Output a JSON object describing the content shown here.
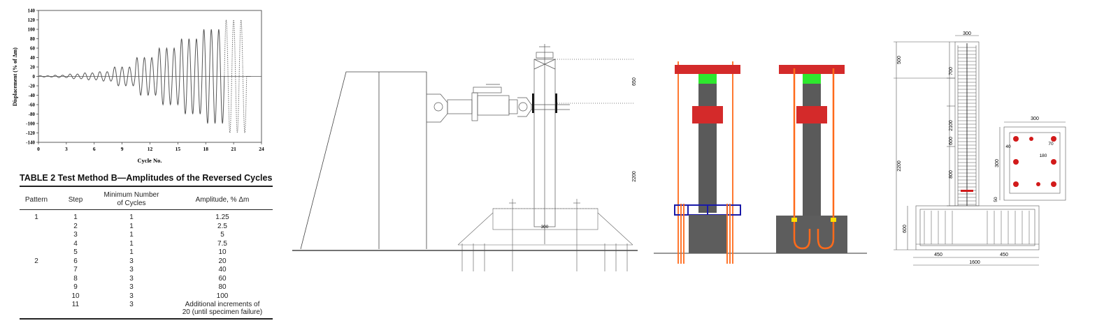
{
  "chart_data": {
    "type": "line",
    "xlabel": "Cycle No.",
    "ylabel": "Displacement (% of Δm)",
    "xlim": [
      0,
      24
    ],
    "ylim": [
      -140,
      140
    ],
    "xticks": [
      "0",
      "3",
      "6",
      "9",
      "12",
      "15",
      "18",
      "21",
      "24"
    ],
    "yticks": [
      "140",
      "120",
      "100",
      "80",
      "60",
      "40",
      "20",
      "0",
      "-20",
      "-40",
      "-60",
      "-80",
      "-100",
      "-120",
      "-140"
    ],
    "grid": false,
    "series": [
      {
        "style": "solid",
        "amplitudes": [
          1.25,
          1.25,
          2.5,
          2.5,
          5,
          5,
          7.5,
          7.5,
          10,
          10,
          20,
          20,
          20,
          40,
          40,
          40,
          60,
          60,
          60,
          80,
          80,
          80,
          100,
          100,
          100
        ]
      },
      {
        "style": "dotted",
        "amplitudes": [
          120,
          120,
          120
        ]
      }
    ]
  },
  "table": {
    "title": "TABLE 2  Test Method B—Amplitudes of the Reversed Cycles",
    "headers": {
      "pattern": "Pattern",
      "step": "Step",
      "cycles_line1": "Minimum Number",
      "cycles_line2": "of Cycles",
      "amplitude": "Amplitude, % Δm"
    },
    "rows": [
      {
        "pattern": "1",
        "step": "1",
        "cycles": "1",
        "amplitude": "1.25"
      },
      {
        "pattern": "",
        "step": "2",
        "cycles": "1",
        "amplitude": "2.5"
      },
      {
        "pattern": "",
        "step": "3",
        "cycles": "1",
        "amplitude": "5"
      },
      {
        "pattern": "",
        "step": "4",
        "cycles": "1",
        "amplitude": "7.5"
      },
      {
        "pattern": "",
        "step": "5",
        "cycles": "1",
        "amplitude": "10"
      },
      {
        "pattern": "2",
        "step": "6",
        "cycles": "3",
        "amplitude": "20"
      },
      {
        "pattern": "",
        "step": "7",
        "cycles": "3",
        "amplitude": "40"
      },
      {
        "pattern": "",
        "step": "8",
        "cycles": "3",
        "amplitude": "60"
      },
      {
        "pattern": "",
        "step": "9",
        "cycles": "3",
        "amplitude": "80"
      },
      {
        "pattern": "",
        "step": "10",
        "cycles": "3",
        "amplitude": "100"
      },
      {
        "pattern": "",
        "step": "11",
        "cycles": "3",
        "amplitude": "Additional increments of"
      }
    ],
    "last_note": "20 (until specimen failure)"
  },
  "setup_drawing": {
    "dims": [
      "650",
      "2200",
      "300"
    ]
  },
  "specimen_colors": {
    "cap": "#d42a2a",
    "column": "#5a5a5a",
    "footing": "#5d5d5d",
    "green_block": "#2ee82e",
    "rebar": "#ff6a1a",
    "frame": "#1a1aa8",
    "yellow": "#ffe000"
  },
  "detail_drawing": {
    "col_width": "300",
    "top_dim": "500",
    "overall_height": "2200",
    "seg_700": "700",
    "seg_2100": "2100",
    "seg_600": "600",
    "seg_800": "800",
    "footing_height": "600",
    "left_450": "450",
    "right_450": "450",
    "footing_width": "1600",
    "section_width": "300",
    "section_height": "300",
    "sec_40": "40",
    "sec_70": "70",
    "sec_180": "180",
    "sec_50": "50"
  }
}
